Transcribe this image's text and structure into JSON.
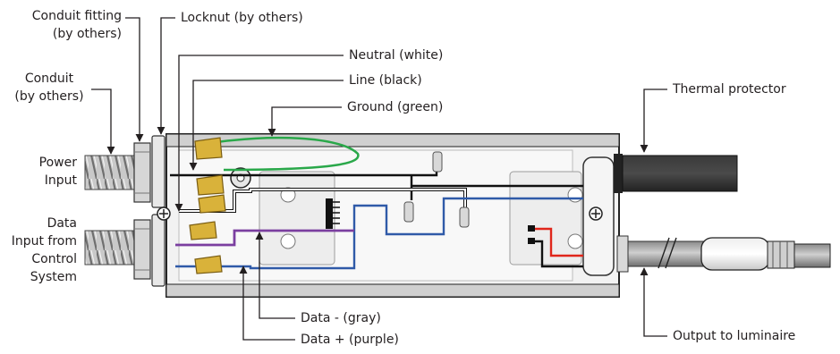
{
  "labels": {
    "conduit_fitting": [
      "Conduit fitting",
      "(by others)"
    ],
    "locknut": "Locknut (by others)",
    "neutral": "Neutral (white)",
    "line": "Line (black)",
    "ground": "Ground (green)",
    "conduit": [
      "Conduit",
      "(by others)"
    ],
    "power_input": [
      "Power",
      "Input"
    ],
    "data_input": [
      "Data",
      "Input from",
      "Control",
      "System"
    ],
    "thermal_protector": "Thermal protector",
    "data_minus": "Data - (gray)",
    "data_plus": "Data + (purple)",
    "output": "Output to luminaire"
  },
  "colors": {
    "ground_wire": "#2aa84a",
    "line_wire": "#111111",
    "neutral_wire": "#ffffff",
    "data_minus_wire": "#2f5aa8",
    "data_plus_wire": "#7b3fa0",
    "red_wire": "#e0261b",
    "wire_nut": "#d9b23a",
    "enclosure": "#eeeeee"
  }
}
